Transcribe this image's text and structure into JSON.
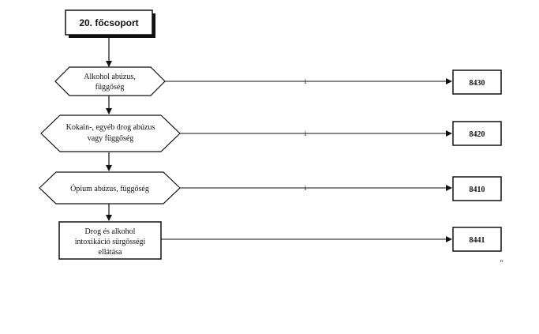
{
  "title": "20. főcsoport",
  "decisions": [
    {
      "lines": [
        "Alkohol abúzus,",
        "függőség"
      ],
      "branch_label": "i",
      "code": "8430"
    },
    {
      "lines": [
        "Kokain-, egyéb drog abúzus",
        "vagy függőség"
      ],
      "branch_label": "i",
      "code": "8420"
    },
    {
      "lines": [
        "Ópium abúzus, függőség"
      ],
      "branch_label": "i",
      "code": "8410"
    }
  ],
  "final_step": {
    "lines": [
      "Drog és alkohol",
      "intoxikáció sürgősségi",
      "ellátása"
    ],
    "code": "8441"
  },
  "footnote": "n"
}
